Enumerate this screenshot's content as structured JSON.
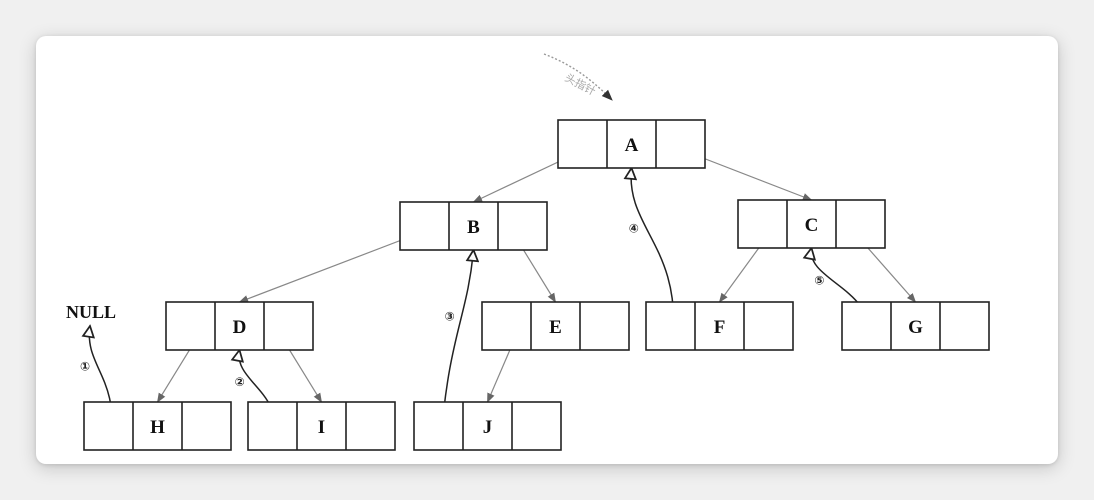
{
  "diagram": {
    "null_label": "NULL",
    "root_pointer_label": "头指针",
    "nodes": [
      {
        "id": "A",
        "label": "A"
      },
      {
        "id": "B",
        "label": "B"
      },
      {
        "id": "C",
        "label": "C"
      },
      {
        "id": "D",
        "label": "D"
      },
      {
        "id": "E",
        "label": "E"
      },
      {
        "id": "F",
        "label": "F"
      },
      {
        "id": "G",
        "label": "G"
      },
      {
        "id": "H",
        "label": "H"
      },
      {
        "id": "I",
        "label": "I"
      },
      {
        "id": "J",
        "label": "J"
      }
    ],
    "child_links": [
      {
        "from": "A",
        "to": "B",
        "side": "left"
      },
      {
        "from": "A",
        "to": "C",
        "side": "right"
      },
      {
        "from": "B",
        "to": "D",
        "side": "left"
      },
      {
        "from": "B",
        "to": "E",
        "side": "right"
      },
      {
        "from": "C",
        "to": "F",
        "side": "left"
      },
      {
        "from": "C",
        "to": "G",
        "side": "right"
      },
      {
        "from": "D",
        "to": "H",
        "side": "left"
      },
      {
        "from": "D",
        "to": "I",
        "side": "right"
      },
      {
        "from": "E",
        "to": "J",
        "side": "left"
      }
    ],
    "thread_links": [
      {
        "number": "①",
        "from": "H",
        "to": "NULL"
      },
      {
        "number": "②",
        "from": "I",
        "to": "D"
      },
      {
        "number": "③",
        "from": "J",
        "to": "B"
      },
      {
        "number": "④",
        "from": "F",
        "to": "A"
      },
      {
        "number": "⑤",
        "from": "G",
        "to": "C"
      }
    ]
  }
}
